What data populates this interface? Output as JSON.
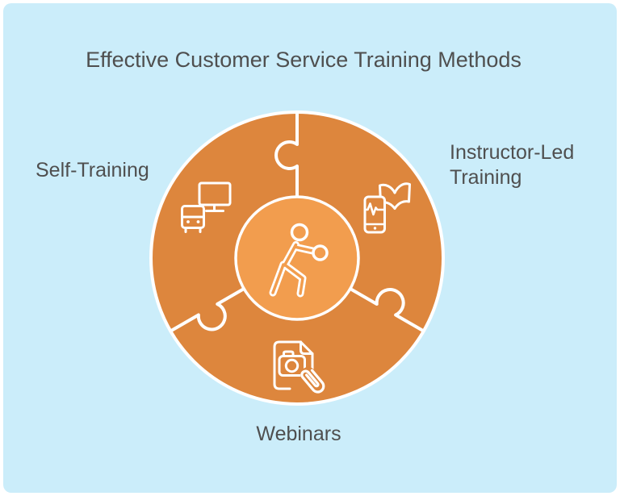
{
  "title": "Effective Customer Service Training Methods",
  "labels": {
    "left": "Self-Training",
    "right": "Instructor-Led Training",
    "bottom": "Webinars"
  },
  "icons": {
    "center": "exercising-person-icon",
    "left": "monitor-and-console-icon",
    "right": "phone-heartbeat-and-open-book-icon",
    "bottom": "document-camera-attachment-icon"
  },
  "colors": {
    "canvas": "#ffffff",
    "background": "#cbedfa",
    "ring": "#dd863d",
    "center_circle": "#f29d4e",
    "line": "#ffffff",
    "text": "#4f4f4f"
  }
}
